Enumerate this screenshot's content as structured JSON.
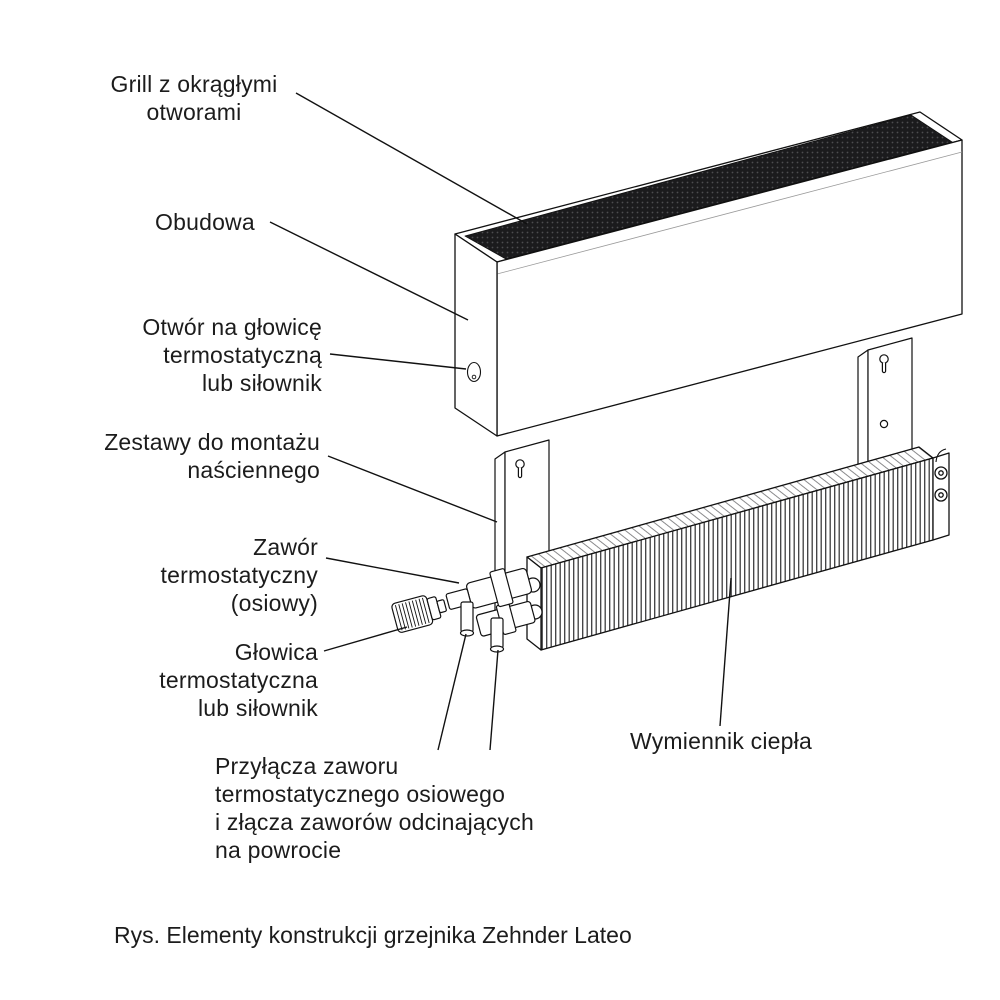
{
  "figure": {
    "caption": "Rys. Elementy konstrukcji grzejnika Zehnder Lateo"
  },
  "labels": {
    "grill": "Grill z okrągłymi\notworami",
    "obudowa": "Obudowa",
    "otwor": "Otwór na głowicę\ntermostatyczną\nlub siłownik",
    "zestawy": "Zestawy do montażu\nnaściennego",
    "zawor": "Zawór\ntermostatyczny\n(osiowy)",
    "glowica": "Głowica\ntermostatyczna\nlub siłownik",
    "przylacza": "Przyłącza zaworu\ntermostatycznego osiowego\ni złącza zaworów odcinających\nna powrocie",
    "wymiennik": "Wymiennik ciepła"
  },
  "colors": {
    "background": "#ffffff",
    "line": "#111111",
    "grill_fill": "#1b1b1d",
    "text": "#1c1c1c"
  }
}
